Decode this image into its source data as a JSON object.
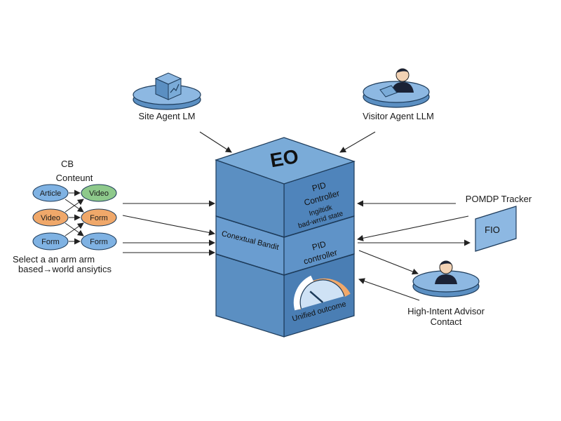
{
  "colors": {
    "block_front": "#5b8fc2",
    "block_side": "#4a7eb4",
    "block_top": "#7aabd8",
    "node_blue": "#7fb2e3",
    "node_green": "#8ec98b",
    "node_orange": "#f0a86a",
    "platform": "#8db8e2",
    "line": "#222222"
  },
  "site_agent": {
    "label": "Site Agent LM",
    "icon": "cube-chart-icon"
  },
  "visitor_agent": {
    "label": "Visitor Agent LLM",
    "icon": "user-laptop-icon"
  },
  "pomdp": {
    "label": "POMDP Tracker",
    "panel_text": "FIO"
  },
  "advisor": {
    "label_line1": "High-Intent Advisor",
    "label_line2": "Contact",
    "icon": "user-avatar-icon"
  },
  "cb_panel": {
    "title": "CB",
    "subtitle": "Conteunt",
    "nodes": [
      {
        "label": "Article",
        "color": "blue"
      },
      {
        "label": "Video",
        "color": "green"
      },
      {
        "label": "Video",
        "color": "orange"
      },
      {
        "label": "Form",
        "color": "orange"
      },
      {
        "label": "Form",
        "color": "blue"
      },
      {
        "label": "Form",
        "color": "blue"
      }
    ],
    "caption_line1": "Select a an arm arm",
    "caption_line2": "based→world ansiytics"
  },
  "eo_block": {
    "top_label": "EO",
    "pid_label_1": "PID",
    "controller_label_1": "Controller",
    "sub_line_1": "Ingiltidk",
    "sub_line_2": "bad-wrrid state",
    "bandit_label": "Conextual Bandit",
    "pid_label_2": "PID",
    "controller_label_2": "controller",
    "outcome_label": "Unified outcome",
    "gauge_icon": "gauge-icon"
  }
}
